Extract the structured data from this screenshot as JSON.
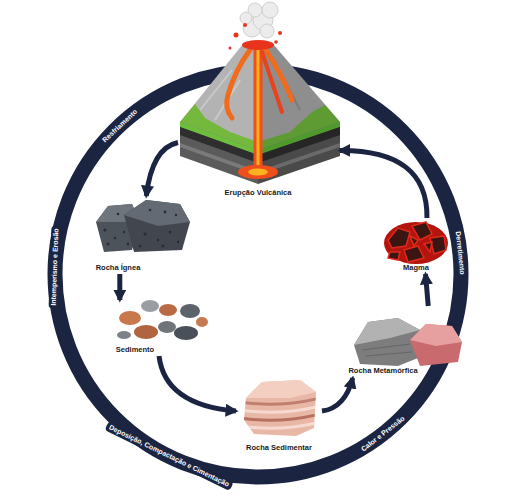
{
  "diagram": {
    "nodes": [
      {
        "text": [
          "Erupção Vulcânica"
        ]
      },
      {
        "text": [
          "Rocha Ígnea"
        ]
      },
      {
        "text": [
          "Sedimento"
        ]
      },
      {
        "text": [
          "Rocha Sedimentar"
        ]
      },
      {
        "text": [
          "Rocha Metamórfica"
        ]
      },
      {
        "text": [
          "Magma"
        ]
      }
    ],
    "edges": [
      {
        "from": 0,
        "to": 1,
        "arrow": "to"
      },
      {
        "from": 1,
        "to": 2,
        "arrow": "to"
      },
      {
        "from": 2,
        "to": 3,
        "arrow": "to"
      },
      {
        "from": 3,
        "to": 4,
        "arrow": "to"
      },
      {
        "from": 4,
        "to": 5,
        "arrow": "to"
      },
      {
        "from": 5,
        "to": 0,
        "arrow": "to"
      }
    ],
    "labels": [
      "Resfriamento",
      "Intemperismo e Erosão",
      "Deposição, Compactação e Cimentação",
      "Calor e Pressão",
      "Derretimento"
    ]
  }
}
